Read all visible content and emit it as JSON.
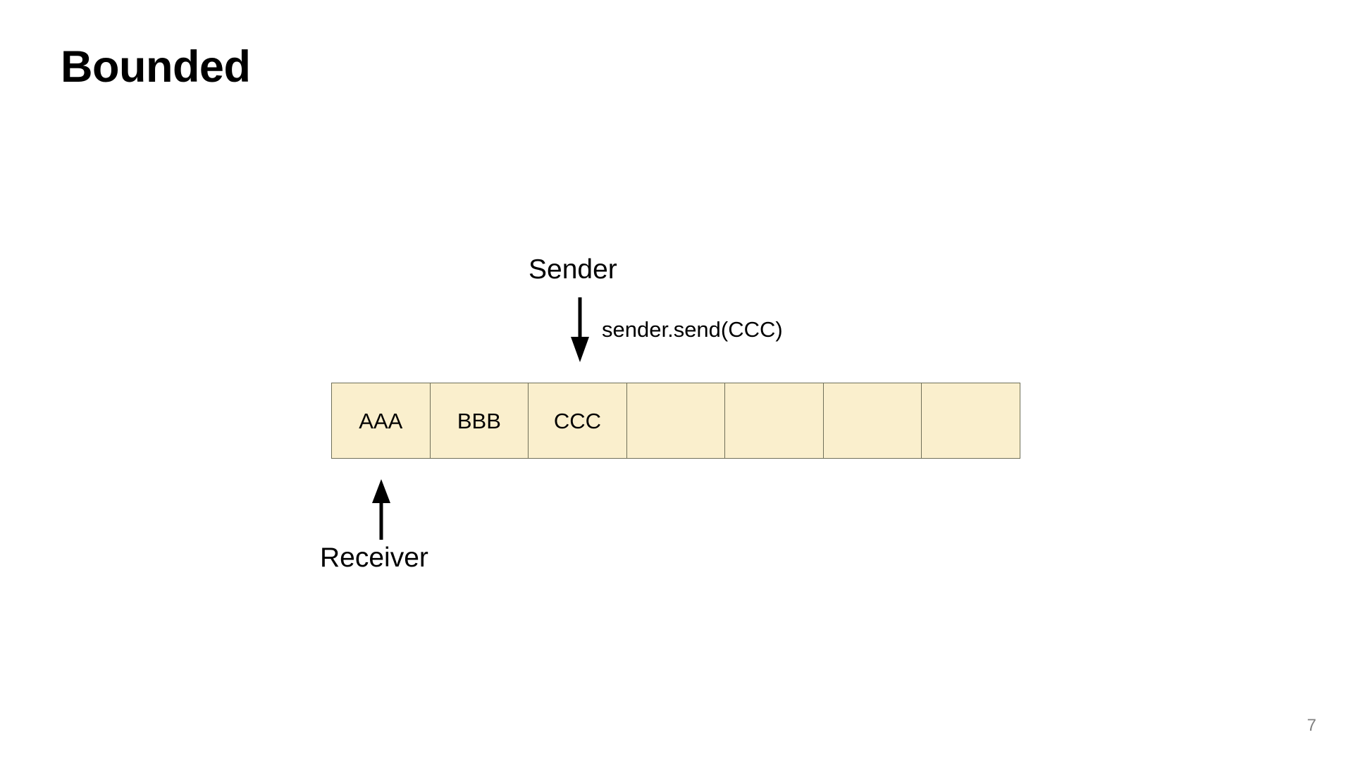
{
  "slide": {
    "title": "Bounded",
    "page_number": "7",
    "background_color": "#ffffff",
    "title_color": "#000000",
    "page_number_color": "#808080"
  },
  "diagram": {
    "type": "bounded-buffer",
    "sender": {
      "label": "Sender",
      "arrow_icon": "arrow-down-icon",
      "arrow_direction": "down",
      "call_label": "sender.send(CCC)"
    },
    "receiver": {
      "label": "Receiver",
      "arrow_icon": "arrow-up-icon",
      "arrow_direction": "up"
    },
    "buffer": {
      "capacity": 7,
      "fill_color": "#faefcd",
      "border_color": "#6f6f58",
      "cells": [
        {
          "label": "AAA",
          "filled": true
        },
        {
          "label": "BBB",
          "filled": true
        },
        {
          "label": "CCC",
          "filled": true
        },
        {
          "label": "",
          "filled": false
        },
        {
          "label": "",
          "filled": false
        },
        {
          "label": "",
          "filled": false
        },
        {
          "label": "",
          "filled": false
        }
      ]
    }
  }
}
